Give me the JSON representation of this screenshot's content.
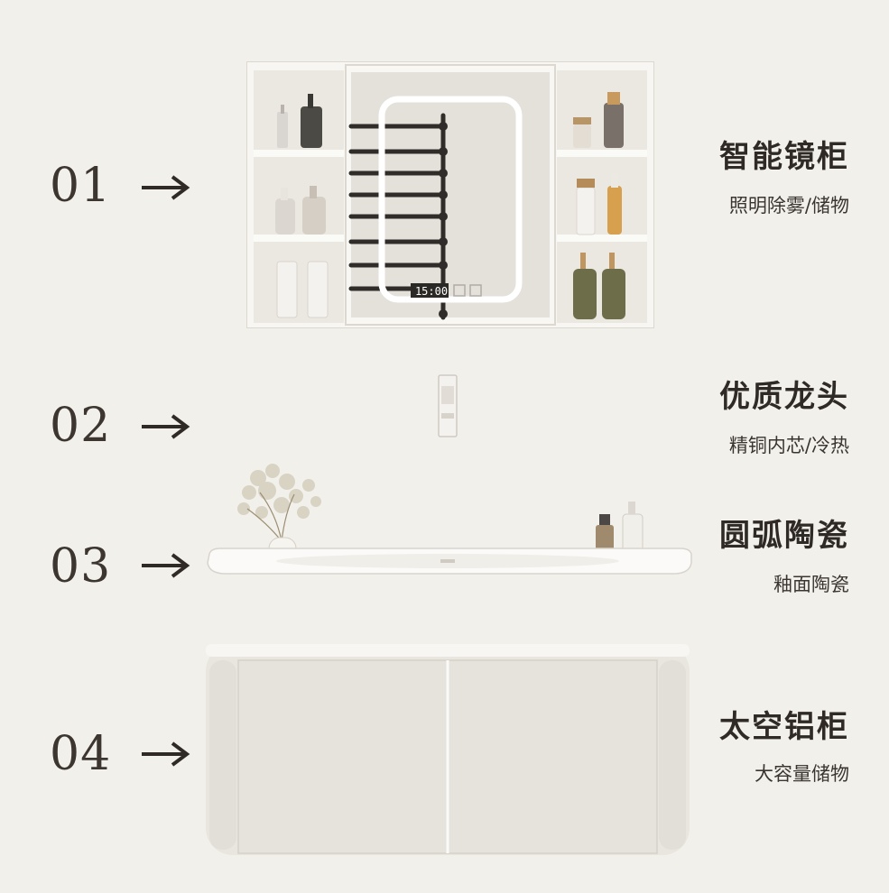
{
  "features": [
    {
      "number": "01",
      "title": "智能镜柜",
      "subtitle": "照明除雾/储物"
    },
    {
      "number": "02",
      "title": "优质龙头",
      "subtitle": "精铜内芯/冷热"
    },
    {
      "number": "03",
      "title": "圆弧陶瓷",
      "subtitle": "釉面陶瓷"
    },
    {
      "number": "04",
      "title": "太空铝柜",
      "subtitle": "大容量储物"
    }
  ],
  "mirror_clock": "15:00",
  "colors": {
    "background": "#f2f0eb",
    "text": "#2f2a26",
    "cabinet": "#e9e6df"
  }
}
